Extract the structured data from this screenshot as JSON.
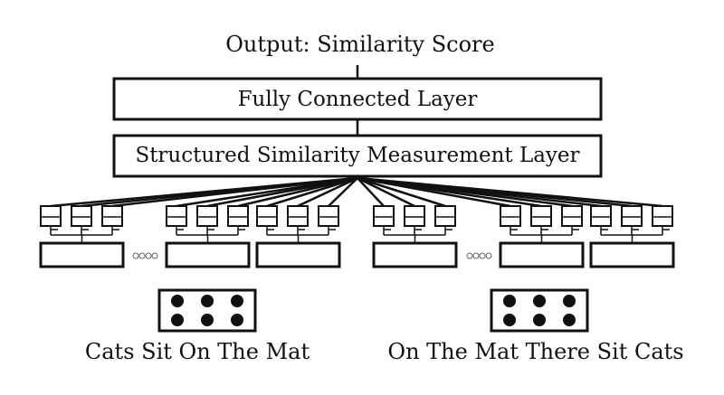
{
  "output_label": "Output: Similarity Score",
  "fc_layer_label": "Fully Connected Layer",
  "ssm_layer_label": "Structured Similarity Measurement Layer",
  "inputs": [
    {
      "sentence": "Cats Sit On The Mat"
    },
    {
      "sentence": "On The Mat There Sit Cats"
    }
  ]
}
